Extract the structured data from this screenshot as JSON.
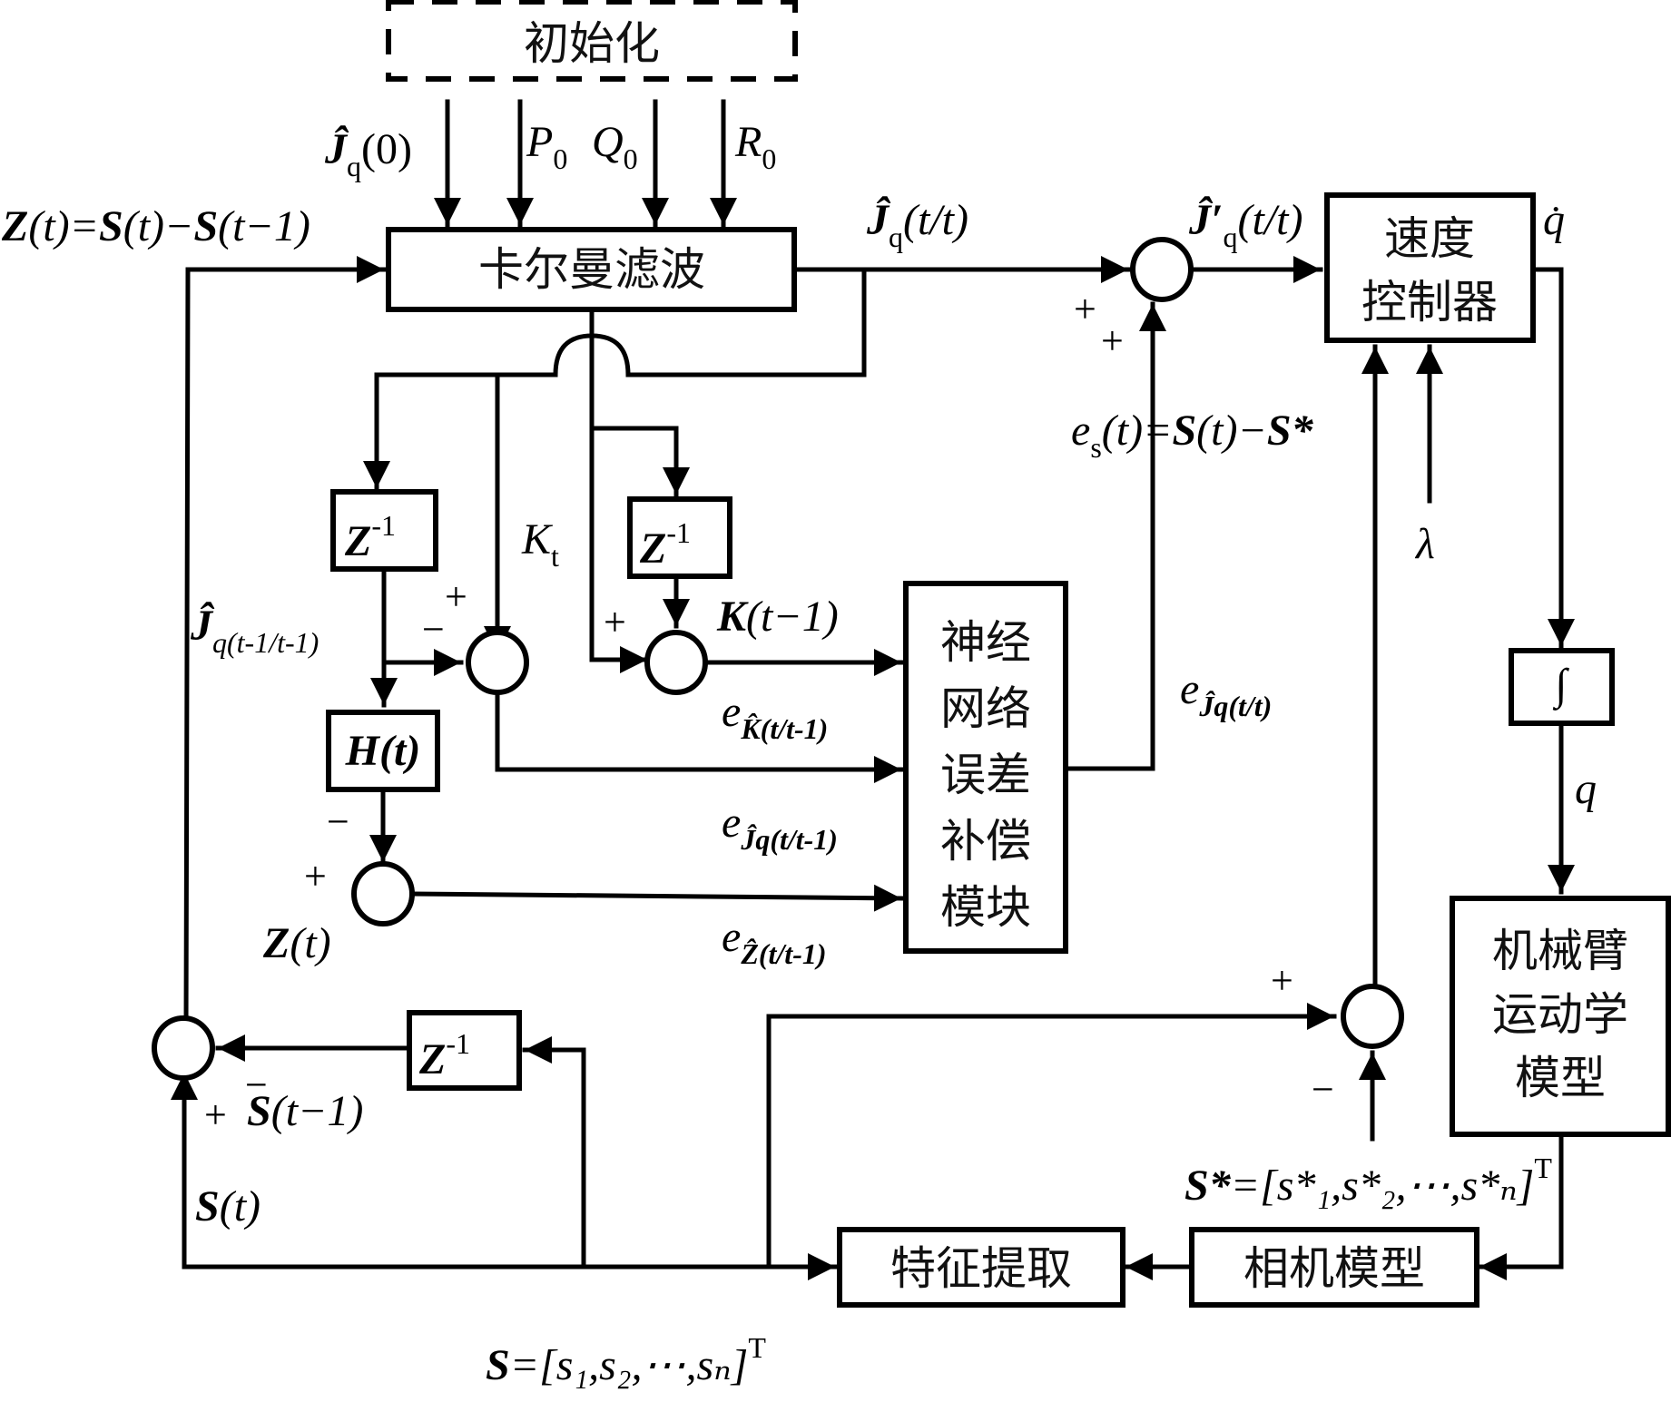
{
  "diagram": {
    "type": "block-diagram",
    "blocks": {
      "init": "初始化",
      "kalman": "卡尔曼滤波",
      "speed_controller": [
        "速度",
        "控制器"
      ],
      "integrator": "∫",
      "arm_model": [
        "机械臂",
        "运动学",
        "模型"
      ],
      "camera_model": "相机模型",
      "feature_extraction": "特征提取",
      "nn_module": [
        "神经",
        "网络",
        "误差",
        "补偿",
        "模块"
      ],
      "delay": "Z",
      "delay_exp": "-1",
      "h_block": "H(t)"
    },
    "init_inputs": {
      "j0": {
        "main": "Ĵ",
        "sub": "q",
        "rest": "(0)"
      },
      "p0": {
        "main": "P",
        "sub": "0"
      },
      "q0": {
        "main": "Q",
        "sub": "0"
      },
      "r0": {
        "main": "R",
        "sub": "0"
      }
    },
    "labels": {
      "z_def": {
        "z": "Z",
        "a": "(t)=",
        "s1": "S",
        "b": "(t)−",
        "s2": "S",
        "c": "(t−1)"
      },
      "jq_tt": {
        "main": "Ĵ",
        "sub": "q",
        "rest": "(t/t)"
      },
      "jq_prime": {
        "main": "Ĵ′",
        "sub": "q",
        "rest": "(t/t)"
      },
      "qdot": "q̇",
      "q": "q",
      "lambda": "λ",
      "es_def": {
        "e": "e",
        "sub": "s",
        "a": "(t)=",
        "s1": "S",
        "b": "(t)−",
        "s2": "S*"
      },
      "kt": {
        "main": "K",
        "sub": "t"
      },
      "jq_prev": {
        "main": "Ĵ",
        "sub": "q(t-1/t-1)"
      },
      "k_prev": {
        "main": "K",
        "rest": "(t−1)"
      },
      "e_k": {
        "e": "e",
        "sub": "K̂(t/t-1)"
      },
      "e_jq_prev": {
        "e": "e",
        "sub": "Ĵq(t/t-1)"
      },
      "e_z": {
        "e": "e",
        "sub": "Ẑ(t/t-1)"
      },
      "e_jq": {
        "e": "e",
        "sub": "Ĵq(t/t)"
      },
      "z_t": {
        "main": "Z",
        "rest": "(t)"
      },
      "s_prev": {
        "main": "S",
        "rest": "(t−1)"
      },
      "s_t": {
        "main": "S",
        "rest": "(t)"
      },
      "s_vec": {
        "main": "S",
        "rest": "=[s₁,s₂,⋯,sₙ]",
        "sup": "T"
      },
      "s_star_vec": {
        "main": "S*",
        "rest": "=[s*₁,s*₂,⋯,s*ₙ]",
        "sup": "T"
      }
    },
    "signs": {
      "plus": "+",
      "minus": "−"
    }
  }
}
